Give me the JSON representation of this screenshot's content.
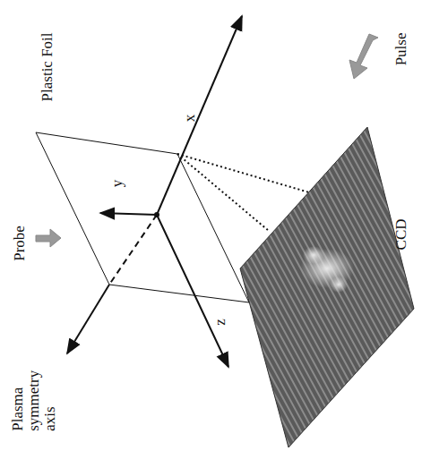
{
  "diagram": {
    "labels": [
      "Pulse",
      "Plastic Foil",
      "x",
      "y",
      "z",
      "Probe",
      "CCD",
      "Plasma symmetry axis"
    ]
  }
}
